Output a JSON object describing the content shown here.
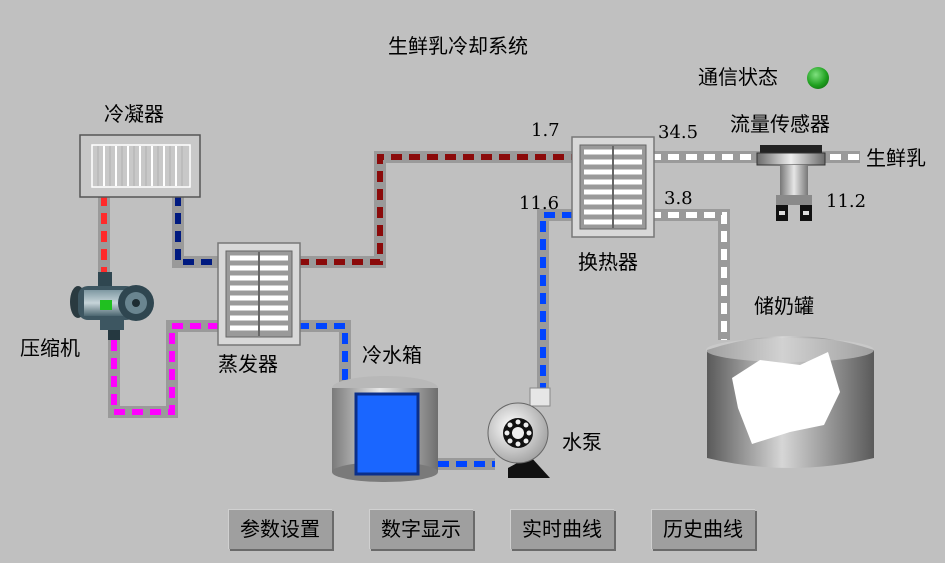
{
  "title": "生鲜乳冷却系统",
  "comm_status": {
    "label": "通信状态",
    "led_color": "#22a022"
  },
  "labels": {
    "condenser": "冷凝器",
    "compressor": "压缩机",
    "evaporator": "蒸发器",
    "cold_water_tank": "冷水箱",
    "water_pump": "水泵",
    "heat_exchanger": "换热器",
    "flow_sensor": "流量传感器",
    "raw_milk": "生鲜乳",
    "storage_tank": "储奶罐"
  },
  "readings": {
    "hx_top_left": "1.7",
    "hx_top_right": "34.5",
    "hx_bottom_left": "11.6",
    "hx_bottom_right": "3.8",
    "flow_sensor": "11.2"
  },
  "buttons": {
    "params": "参数设置",
    "digital": "数字显示",
    "realtime": "实时曲线",
    "history": "历史曲线"
  },
  "colors": {
    "refrigerant_hot": "#ff2a2a",
    "refrigerant_dark_blue": "#001a80",
    "refrigerant_dark_red": "#8b0a0a",
    "refrigerant_magenta": "#ff00ff",
    "water_blue": "#0044ff",
    "milk_white": "#ffffff",
    "pipe_gray": "#9a9a9a"
  }
}
